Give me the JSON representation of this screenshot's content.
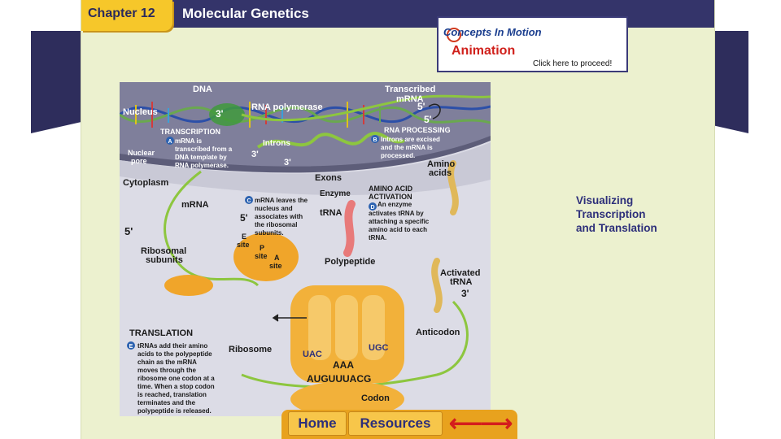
{
  "header": {
    "chapter_label": "Chapter 12",
    "title": "Molecular Genetics"
  },
  "concepts_in_motion": {
    "logo_text": "Concepts In Motion",
    "subtitle": "Animation",
    "proceed_text": "Click here to proceed!"
  },
  "side_caption": [
    "Visualizing",
    "Transcription",
    "and Translation"
  ],
  "figure": {
    "labels": {
      "dna": "DNA",
      "transcribed_mrna_1": "Transcribed",
      "transcribed_mrna_2": "mRNA",
      "nucleus": "Nucleus",
      "three_prime_top": "3'",
      "rna_polymerase": "RNA polymerase",
      "five_prime_a": "5'",
      "five_prime_b": "5'",
      "transcription": "TRANSCRIPTION",
      "transcription_a_1": "mRNA is",
      "transcription_a_2": "transcribed from a",
      "transcription_a_3": "DNA template by",
      "transcription_a_4": "RNA polymerase.",
      "rna_processing": "RNA PROCESSING",
      "processing_b_1": "Introns are excised",
      "processing_b_2": "and the mRNA is",
      "processing_b_3": "processed.",
      "nuclear_pore_1": "Nuclear",
      "nuclear_pore_2": "pore",
      "introns": "Introns",
      "three_prime_mid": "3'",
      "three_prime_mid2": "3'",
      "exons": "Exons",
      "amino_acids_1": "Amino",
      "amino_acids_2": "acids",
      "cytoplasm": "Cytoplasm",
      "amino_acid_activation_1": "AMINO ACID",
      "amino_acid_activation_2": "ACTIVATION",
      "enzyme": "Enzyme",
      "activation_d_1": "An enzyme",
      "activation_d_2": "activates tRNA by",
      "activation_d_3": "attaching a specific",
      "activation_d_4": "amino acid to each",
      "activation_d_5": "tRNA.",
      "mrna": "mRNA",
      "c_text_1": "mRNA leaves the",
      "c_text_2": "nucleus and",
      "c_text_3": "associates with",
      "c_text_4": "the ribosomal",
      "c_text_5": "subunits.",
      "five_prime_c": "5'",
      "trna": "tRNA",
      "five_prime_left": "5'",
      "e_site_1": "E",
      "e_site_2": "site",
      "p_site_1": "P",
      "p_site_2": "site",
      "a_site_1": "A",
      "a_site_2": "site",
      "ribosomal_subunits_1": "Ribosomal",
      "ribosomal_subunits_2": "subunits",
      "polypeptide": "Polypeptide",
      "activated_trna_1": "Activated",
      "activated_trna_2": "tRNA",
      "three_prime_right": "3'",
      "translation": "TRANSLATION",
      "anticodon": "Anticodon",
      "translation_e_1": "tRNAs add their amino",
      "translation_e_2": "acids to the polypeptide",
      "translation_e_3": "chain as the mRNA",
      "translation_e_4": "moves through the",
      "translation_e_5": "ribosome one codon at a",
      "translation_e_6": "time. When a stop codon",
      "translation_e_7": "is reached, translation",
      "translation_e_8": "terminates and the",
      "translation_e_9": "polypeptide is released.",
      "ribosome": "Ribosome",
      "uac": "UAC",
      "ugc": "UGC",
      "aaa": "AAA",
      "codon_seq": "AUGUUUACG",
      "codon": "Codon",
      "badge_a": "A",
      "badge_b": "B",
      "badge_c": "C",
      "badge_d": "D",
      "badge_e": "E"
    }
  },
  "nav": {
    "home": "Home",
    "resources": "Resources",
    "back_arrow": "⟵",
    "forward_arrow": "⟶"
  },
  "colors": {
    "slide_bg": "#ecf1cf",
    "header_bar": "#34346a",
    "chapter_tab": "#f6c72a",
    "nav_bar": "#e8a21e",
    "caption": "#2d2f7a",
    "arrow": "#d41d1d"
  }
}
